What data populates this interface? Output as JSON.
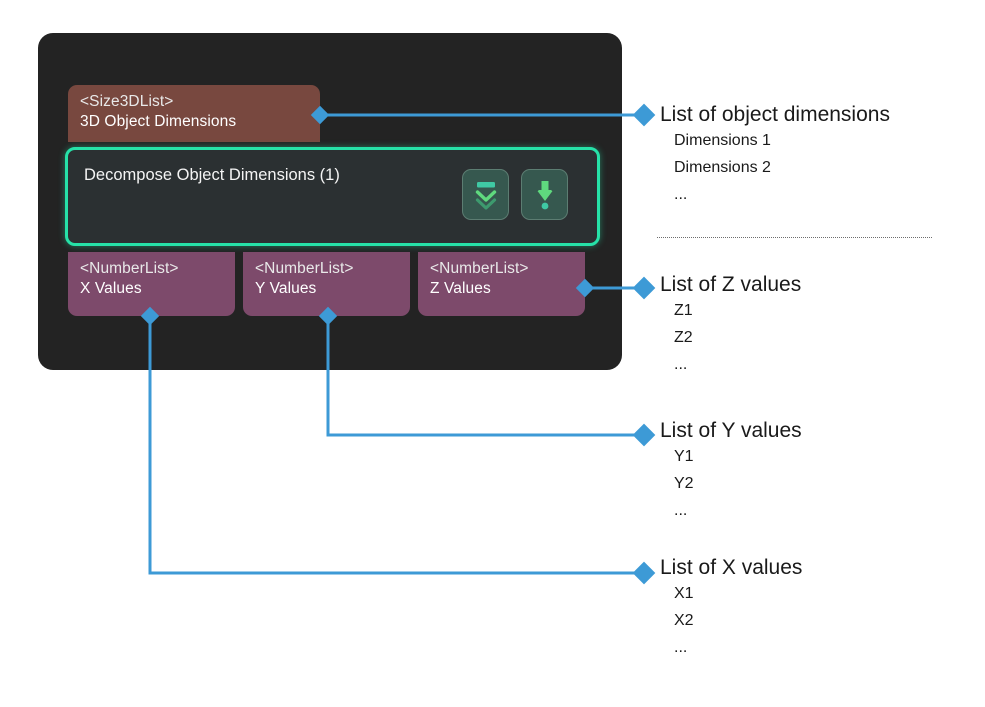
{
  "graph_node": {
    "header": {
      "type_label": "<Size3DList>",
      "name_label": "3D Object Dimensions"
    },
    "body": {
      "title": "Decompose Object Dimensions (1)",
      "buttons": [
        {
          "icon": "collapse-double-chevron-down-icon"
        },
        {
          "icon": "download-arrow-down-icon"
        }
      ]
    },
    "outputs": [
      {
        "type_label": "<NumberList>",
        "name_label": "X Values"
      },
      {
        "type_label": "<NumberList>",
        "name_label": "Y Values"
      },
      {
        "type_label": "<NumberList>",
        "name_label": "Z Values"
      }
    ]
  },
  "annotations": {
    "dimensions": {
      "title": "List of object dimensions",
      "items": [
        "Dimensions 1",
        "Dimensions 2",
        "..."
      ]
    },
    "z": {
      "title": "List of Z values",
      "items": [
        "Z1",
        "Z2",
        "..."
      ]
    },
    "y": {
      "title": "List of Y values",
      "items": [
        "Y1",
        "Y2",
        "..."
      ]
    },
    "x": {
      "title": "List of X values",
      "items": [
        "X1",
        "X2",
        "..."
      ]
    }
  },
  "colors": {
    "panel_background": "#232323",
    "header_pill": "#78483f",
    "output_pill": "#7d4a6b",
    "node_border_accent": "#26e2a8",
    "node_body": "#2b3032",
    "connector": "#3d9ad6",
    "icon_green": "#5fd97e",
    "icon_teal": "#3fc9a4",
    "page_background": "#ffffff",
    "text_light": "#f2f2f2",
    "text_dark": "#1a1a1a"
  }
}
